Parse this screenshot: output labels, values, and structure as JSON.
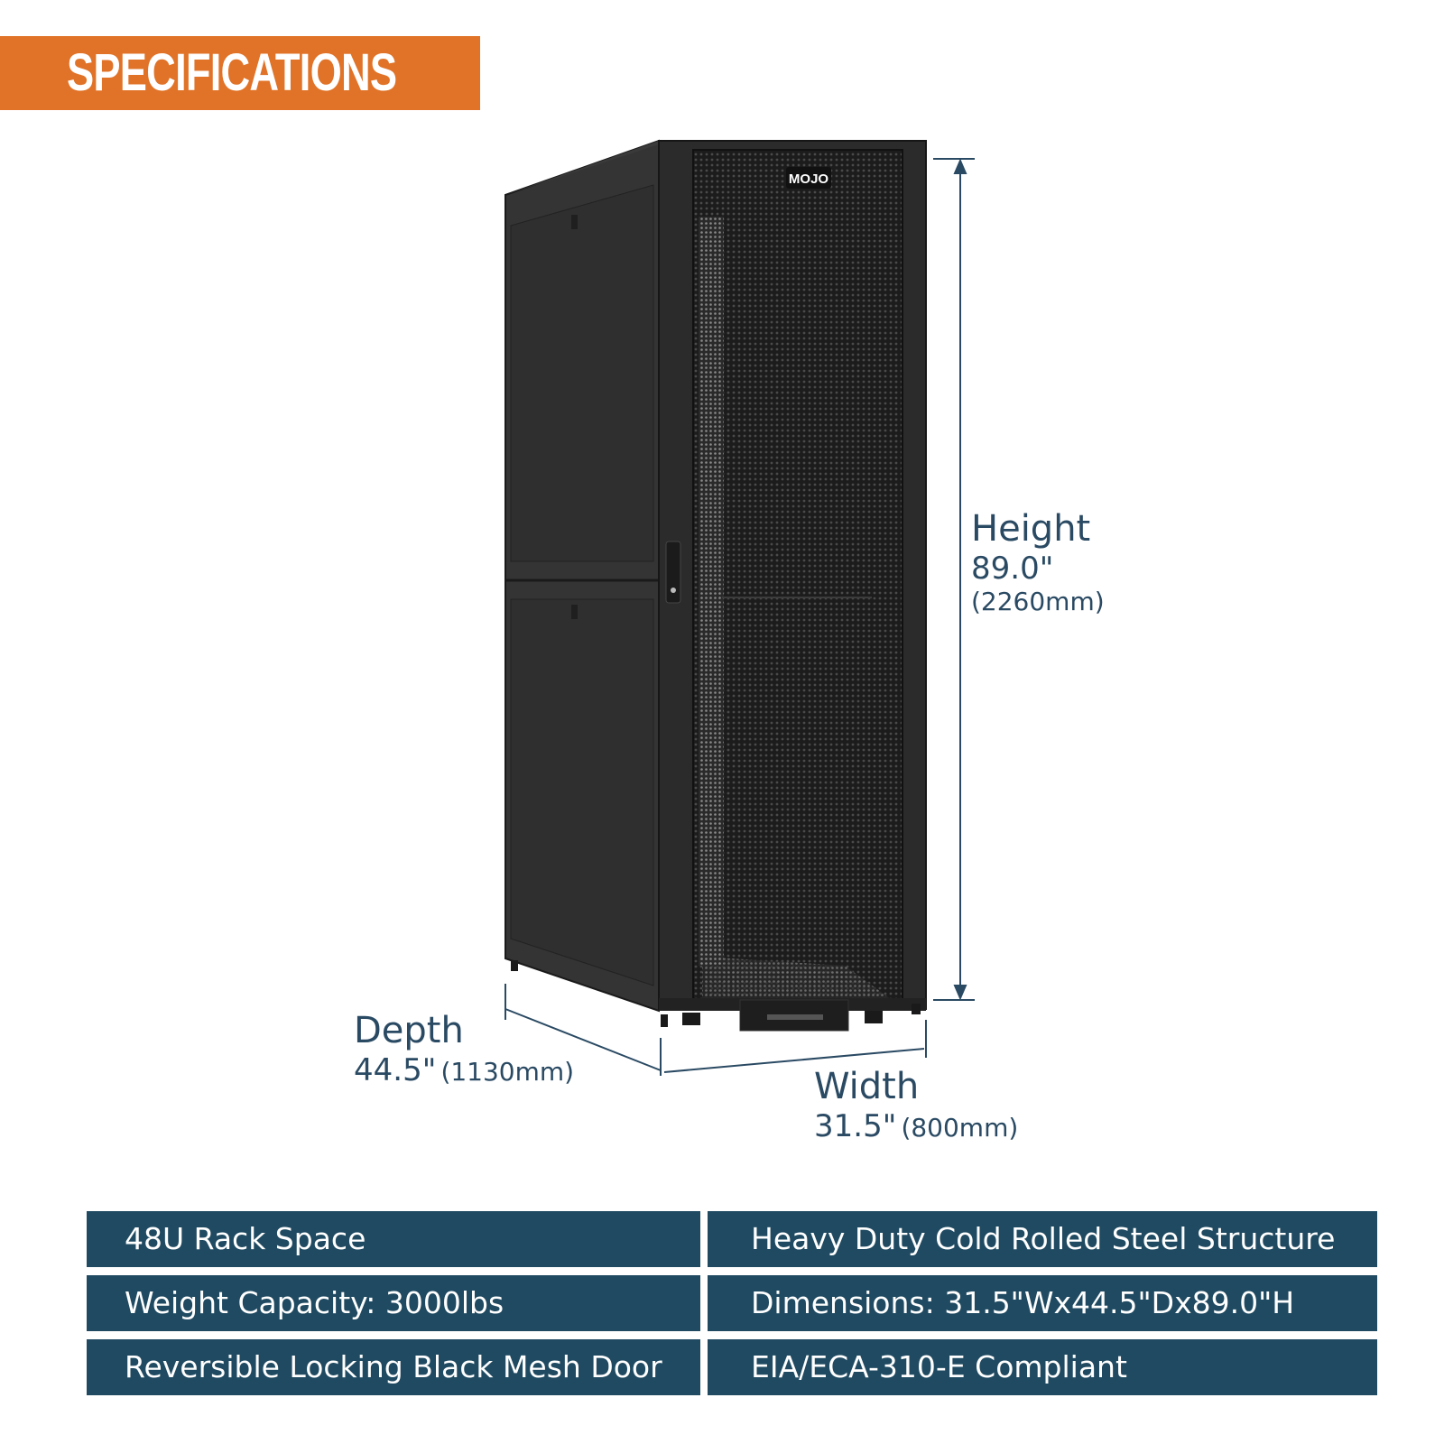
{
  "banner": {
    "title": "SPECIFICATIONS"
  },
  "product": {
    "logo": "MOJO"
  },
  "dimensions": {
    "height": {
      "label": "Height",
      "value": "89.0\"",
      "metric": "(2260mm)"
    },
    "depth": {
      "label": "Depth",
      "value": "44.5\"",
      "metric": "(1130mm)"
    },
    "width": {
      "label": "Width",
      "value": "31.5\"",
      "metric": "(800mm)"
    }
  },
  "specs": {
    "left": [
      "48U Rack Space",
      "Weight Capacity: 3000lbs",
      "Reversible Locking Black Mesh Door"
    ],
    "right": [
      "Heavy Duty Cold Rolled Steel Structure",
      "Dimensions: 31.5\"Wx44.5\"Dx89.0\"H",
      "EIA/ECA-310-E Compliant"
    ]
  },
  "colors": {
    "accent": "#e07328",
    "spec_bar": "#1f4a61",
    "dimension_text": "#2a4a63",
    "rack_body": "#2e2e2e"
  }
}
